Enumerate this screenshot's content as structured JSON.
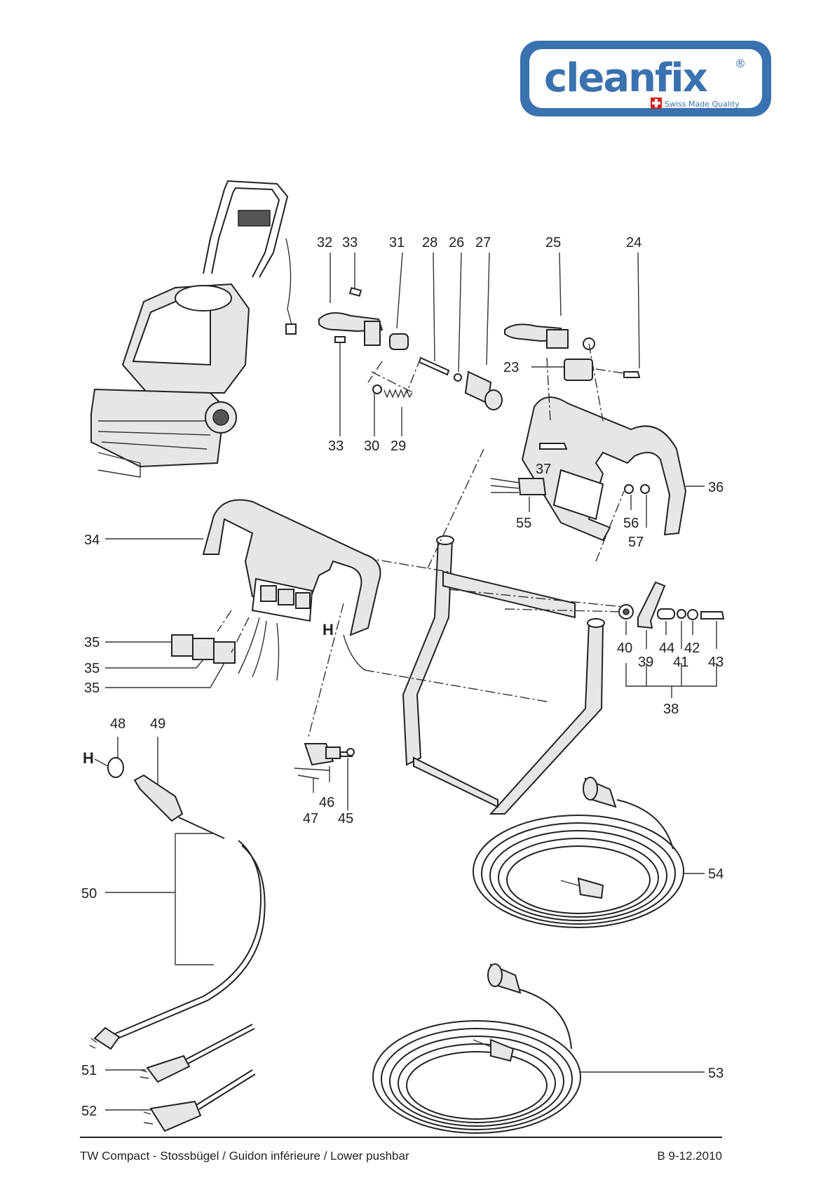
{
  "logo": {
    "brand": "cleanfix",
    "reg": "®",
    "tagline": "Swiss Made Quality",
    "color": "#3a72b0"
  },
  "labels": [
    {
      "id": "p32",
      "text": "32"
    },
    {
      "id": "p33a",
      "text": "33"
    },
    {
      "id": "p31",
      "text": "31"
    },
    {
      "id": "p28",
      "text": "28"
    },
    {
      "id": "p26",
      "text": "26"
    },
    {
      "id": "p27",
      "text": "27"
    },
    {
      "id": "p25",
      "text": "25"
    },
    {
      "id": "p24",
      "text": "24"
    },
    {
      "id": "p23",
      "text": "23"
    },
    {
      "id": "p33b",
      "text": "33"
    },
    {
      "id": "p30",
      "text": "30"
    },
    {
      "id": "p29",
      "text": "29"
    },
    {
      "id": "p37",
      "text": "37"
    },
    {
      "id": "p36",
      "text": "36"
    },
    {
      "id": "p55",
      "text": "55"
    },
    {
      "id": "p56",
      "text": "56"
    },
    {
      "id": "p57",
      "text": "57"
    },
    {
      "id": "p34",
      "text": "34"
    },
    {
      "id": "pH1",
      "text": "H"
    },
    {
      "id": "p35a",
      "text": "35"
    },
    {
      "id": "p35b",
      "text": "35"
    },
    {
      "id": "p35c",
      "text": "35"
    },
    {
      "id": "p40",
      "text": "40"
    },
    {
      "id": "p39",
      "text": "39"
    },
    {
      "id": "p44",
      "text": "44"
    },
    {
      "id": "p42",
      "text": "42"
    },
    {
      "id": "p41",
      "text": "41"
    },
    {
      "id": "p43",
      "text": "43"
    },
    {
      "id": "p38",
      "text": "38"
    },
    {
      "id": "p48",
      "text": "48"
    },
    {
      "id": "p49",
      "text": "49"
    },
    {
      "id": "pH2",
      "text": "H"
    },
    {
      "id": "p46",
      "text": "46"
    },
    {
      "id": "p47",
      "text": "47"
    },
    {
      "id": "p45",
      "text": "45"
    },
    {
      "id": "p50",
      "text": "50"
    },
    {
      "id": "p54",
      "text": "54"
    },
    {
      "id": "p51",
      "text": "51"
    },
    {
      "id": "p52",
      "text": "52"
    },
    {
      "id": "p53",
      "text": "53"
    }
  ],
  "footer": {
    "title": "TW Compact - Stossbügel / Guidon inférieure / Lower pushbar",
    "code": "B 9-12.2010"
  }
}
